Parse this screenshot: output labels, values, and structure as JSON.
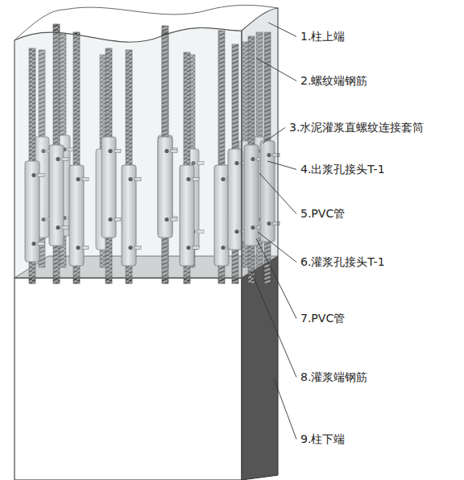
{
  "diagram": {
    "labels": [
      "1.柱上端",
      "2.螺纹端钢筋",
      "3.水泥灌浆直螺纹连接套筒",
      "4.出浆孔接头T-1",
      "5.PVC管",
      "6.灌浆孔接头T-1",
      "7.PVC管",
      "8.灌浆端钢筋",
      "9.柱下端"
    ]
  }
}
